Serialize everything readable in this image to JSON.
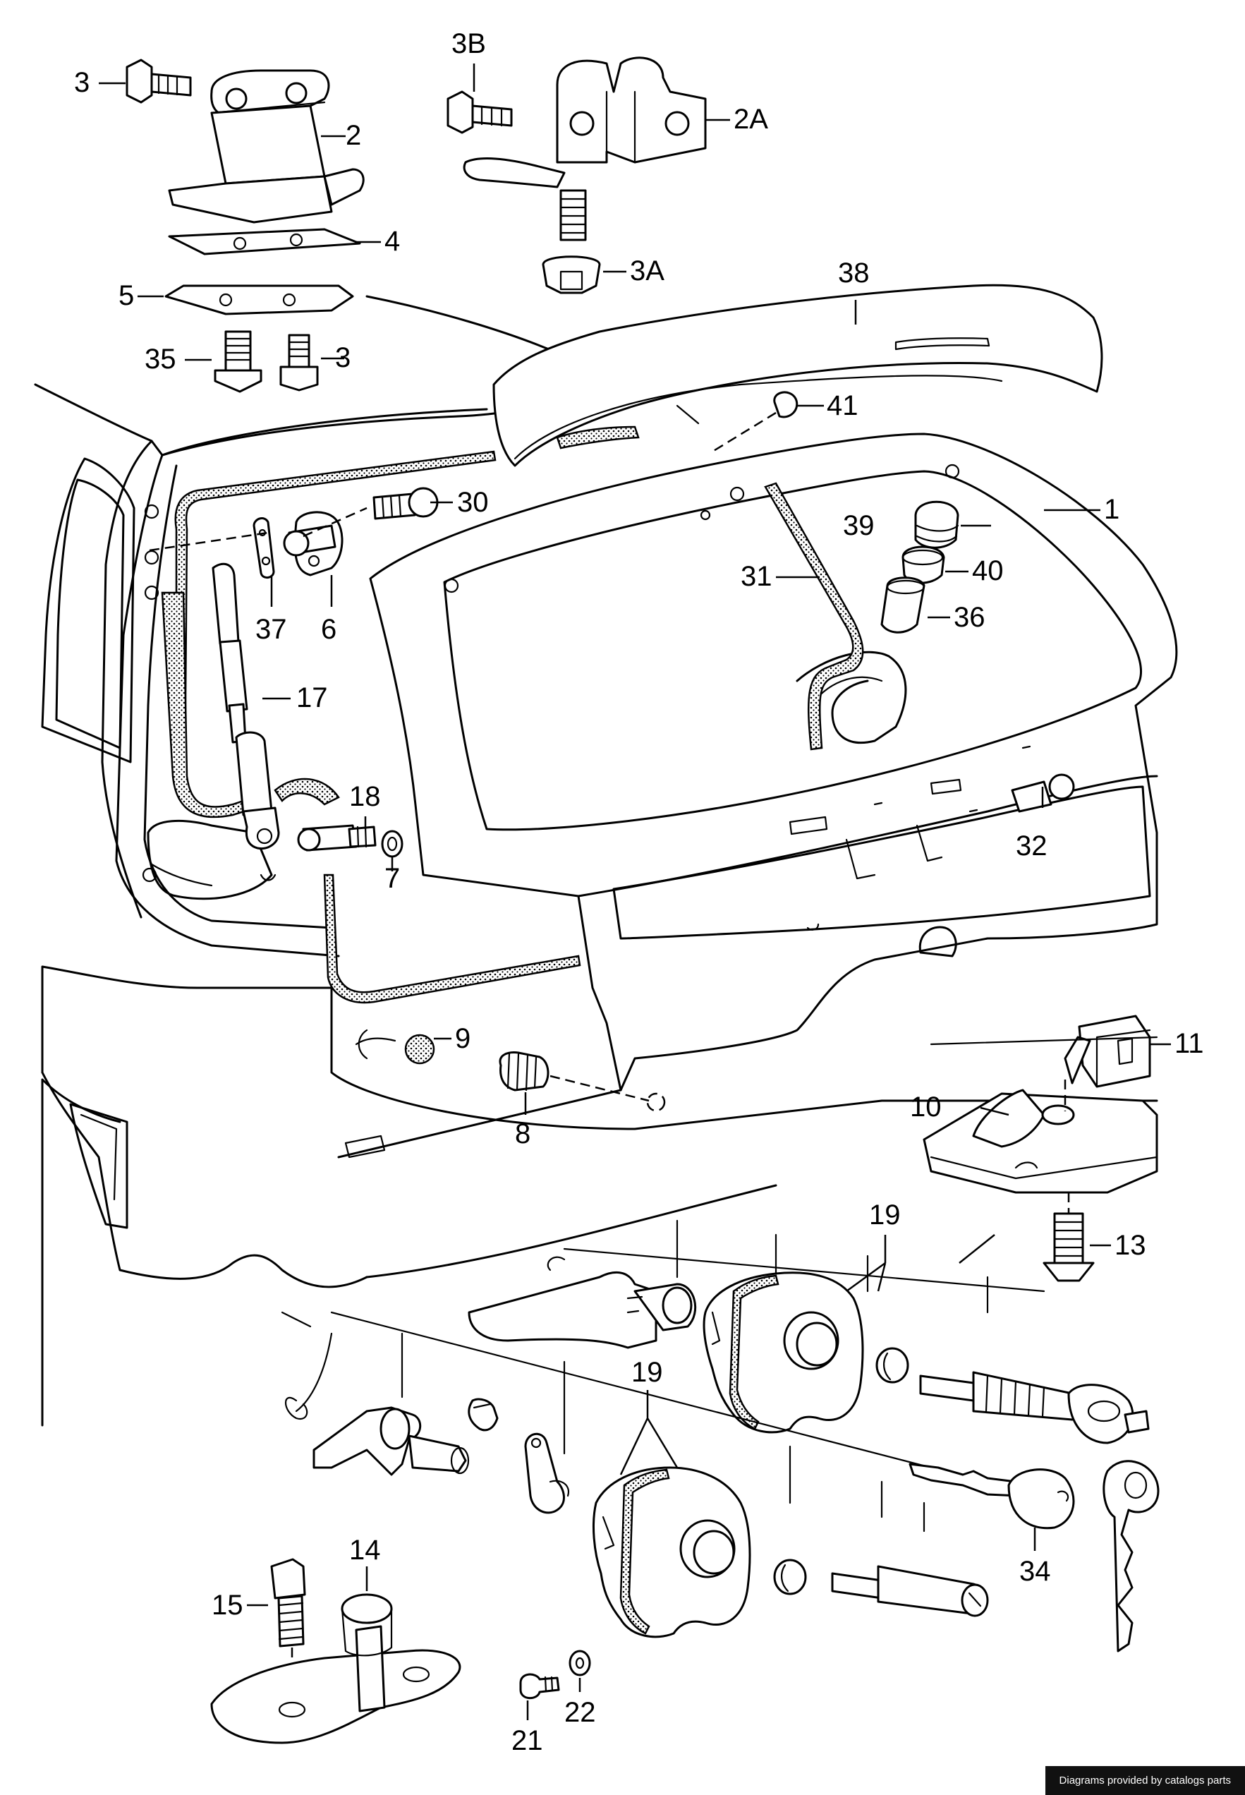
{
  "labels": {
    "l1": "1",
    "l2": "2",
    "l2A": "2A",
    "l3a": "3",
    "l3b": "3",
    "l3A": "3A",
    "l3B": "3B",
    "l4": "4",
    "l5": "5",
    "l6": "6",
    "l7": "7",
    "l8": "8",
    "l9": "9",
    "l10": "10",
    "l11": "11",
    "l13": "13",
    "l14": "14",
    "l15": "15",
    "l17": "17",
    "l18": "18",
    "l19a": "19",
    "l19b": "19",
    "l21": "21",
    "l22": "22",
    "l30": "30",
    "l31": "31",
    "l32": "32",
    "l34": "34",
    "l35": "35",
    "l36": "36",
    "l37": "37",
    "l38": "38",
    "l39": "39",
    "l40": "40",
    "l41": "41"
  },
  "footer": {
    "credit": "Diagrams provided by catalogs parts"
  }
}
